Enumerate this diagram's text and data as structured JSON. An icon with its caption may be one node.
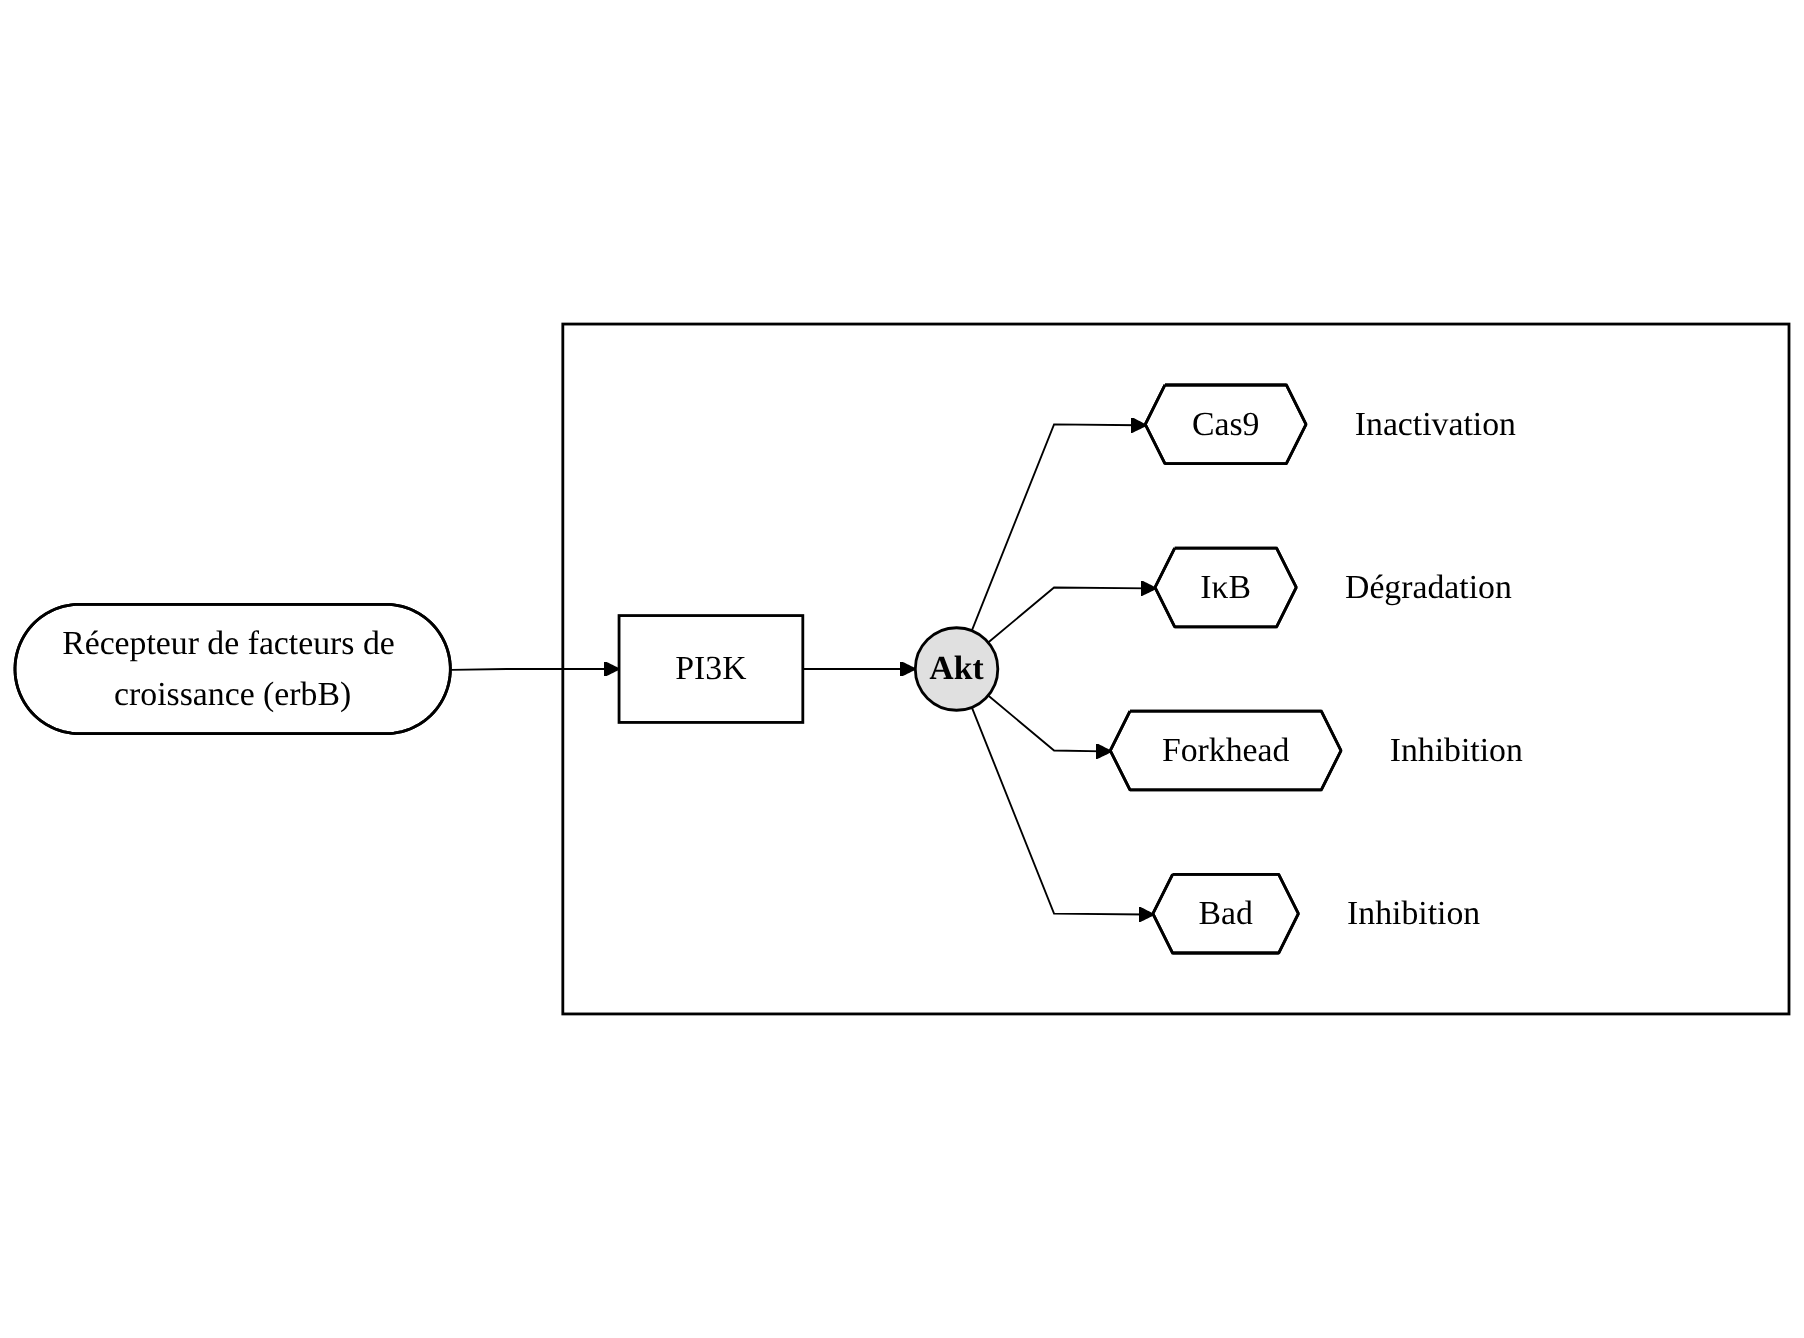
{
  "diagram": {
    "nodes": [
      {
        "text": [],
        "shape": "box"
      },
      {
        "text": [
          "Récepteur de facteurs de croissance (erbB)"
        ]
      },
      {
        "text": [
          "PI3K"
        ],
        "in": 0
      },
      {
        "text": [
          "Akt"
        ],
        "in": 0
      },
      {
        "text": [
          "Cas9"
        ],
        "in": 0,
        "beside": [
          "Inactivation"
        ]
      },
      {
        "text": [
          "IκB"
        ],
        "in": 0,
        "beside": [
          "Dégradation"
        ]
      },
      {
        "text": [
          "Forkhead"
        ],
        "in": 0,
        "beside": [
          "Inhibition"
        ]
      },
      {
        "text": [
          "Bad"
        ],
        "in": 0,
        "beside": [
          "Inhibition"
        ]
      }
    ],
    "edges": [
      {
        "from": 1,
        "to": 2,
        "arrow": "to"
      },
      {
        "from": 2,
        "to": 3,
        "arrow": "to"
      },
      {
        "from": 3,
        "to": 4,
        "arrow": "to"
      },
      {
        "from": 3,
        "to": 5,
        "arrow": "to"
      },
      {
        "from": 3,
        "to": 6,
        "arrow": "to"
      },
      {
        "from": 3,
        "to": 7,
        "arrow": "to"
      }
    ]
  }
}
